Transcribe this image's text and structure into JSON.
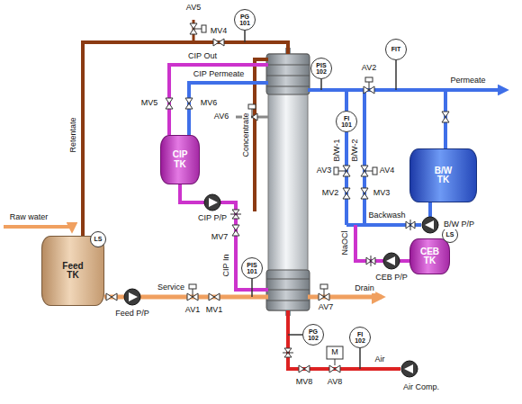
{
  "diagram": {
    "nodes": [
      {
        "text": [
          "PG 101"
        ]
      },
      {
        "text": [
          "FIT"
        ]
      },
      {
        "text": [
          "PIS 102"
        ]
      },
      {
        "text": [
          "FI 101"
        ]
      },
      {
        "text": [
          "CIP TK"
        ]
      },
      {
        "text": [
          "B/W TK"
        ]
      },
      {
        "text": [
          "Feed TK"
        ]
      },
      {
        "text": [
          "LS"
        ],
        "in": 6
      },
      {
        "text": [
          "CEB TK"
        ]
      },
      {
        "text": [
          "LS"
        ],
        "in": 8
      },
      {
        "text": [
          "PIS 101"
        ]
      },
      {
        "text": [
          "PG 102"
        ]
      },
      {
        "text": [
          "FI 102"
        ]
      }
    ],
    "labels": [
      "AV5",
      "MV4",
      "CIP Out",
      "AV2",
      "CIP Permeate",
      "Permeate",
      "MV5",
      "MV6",
      "AV6",
      "Retentate",
      "Concentrate",
      "B/W-1",
      "B/W-2",
      "AV3",
      "AV4",
      "MV2",
      "MV3",
      "Backwash",
      "CIP P/P",
      "Raw water",
      "B/W P/P",
      "MV7",
      "NaOCl",
      "CEB P/P",
      "CIP In",
      "Service",
      "Drain",
      "AV7",
      "Feed P/P",
      "AV1",
      "MV1",
      "M",
      "Air",
      "AV8",
      "MV8",
      "Air Comp."
    ]
  }
}
